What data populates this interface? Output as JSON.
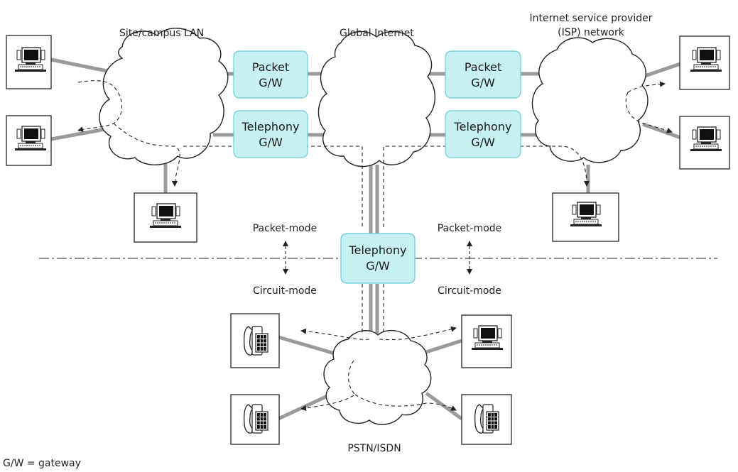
{
  "clouds": {
    "site_lan": "Site/campus LAN",
    "global_internet": "Global Internet",
    "isp_line1": "Internet service provider",
    "isp_line2": "(ISP) network",
    "pstn": "PSTN/ISDN"
  },
  "gateways": {
    "packet_line1": "Packet",
    "telephony_line1": "Telephony",
    "line2": "G/W"
  },
  "modes": {
    "packet": "Packet-mode",
    "circuit": "Circuit-mode"
  },
  "legend": "G/W = gateway"
}
